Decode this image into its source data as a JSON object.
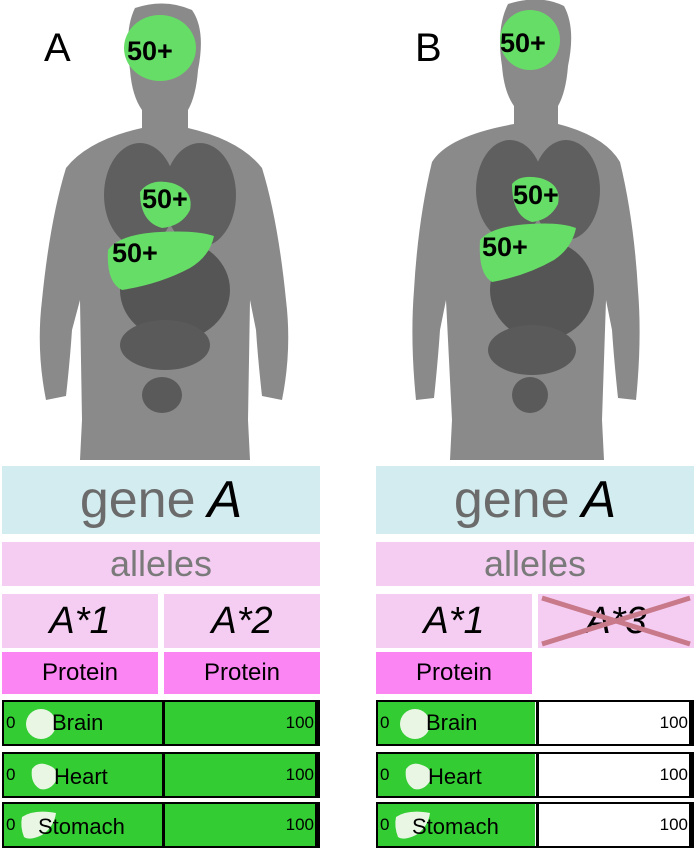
{
  "panels": [
    {
      "letter": "A",
      "organ_labels": [
        "50+",
        "50+",
        "50+"
      ],
      "gene": {
        "prefix": "gene",
        "name": "A"
      },
      "alleles_label": "alleles",
      "allele_1": "A*1",
      "allele_2": "A*2",
      "allele_2_crossed": false,
      "protein_1": "Protein",
      "protein_2": "Protein",
      "bars": [
        {
          "zero": "0",
          "name": "Brain",
          "max": "100",
          "level": 1.0
        },
        {
          "zero": "0",
          "name": "Heart",
          "max": "100",
          "level": 1.0
        },
        {
          "zero": "0",
          "name": "Stomach",
          "max": "100",
          "level": 1.0
        }
      ]
    },
    {
      "letter": "B",
      "organ_labels": [
        "50+",
        "50+",
        "50+"
      ],
      "gene": {
        "prefix": "gene",
        "name": "A"
      },
      "alleles_label": "alleles",
      "allele_1": "A*1",
      "allele_2": "A*3",
      "allele_2_crossed": true,
      "protein_1": "Protein",
      "bars": [
        {
          "zero": "0",
          "name": "Brain",
          "max": "100",
          "level": 0.5
        },
        {
          "zero": "0",
          "name": "Heart",
          "max": "100",
          "level": 0.5
        },
        {
          "zero": "0",
          "name": "Stomach",
          "max": "100",
          "level": 0.5
        }
      ]
    }
  ],
  "colors": {
    "silhouette": "#8a8a8a",
    "organ_dark": "#5a5a5a",
    "organ_highlight": "#66dd66",
    "gene_bg": "#d3ecef",
    "allele_bg": "#f5cdf3",
    "protein_bg": "#fa85f3",
    "bar_green": "#33cc33",
    "cross": "#c87a8a"
  }
}
